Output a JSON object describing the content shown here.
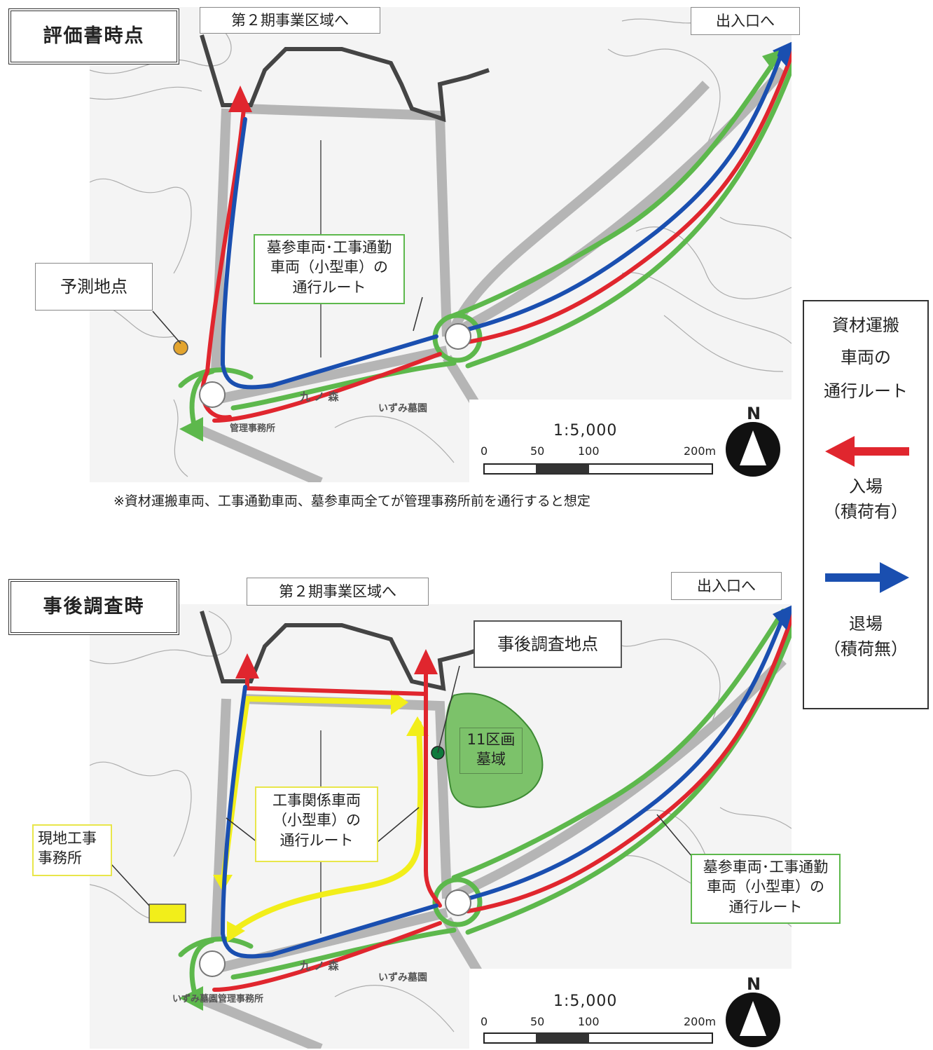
{
  "top_panel": {
    "title": "評価書時点",
    "north_label": "第２期事業区域へ",
    "exit_label": "出入口へ",
    "prediction_point": "予測地点",
    "route_label": [
      "墓参車両･工事通勤",
      "車両（小型車）の",
      "通行ルート"
    ],
    "map_labels": {
      "place1": "九 ノ 森",
      "place2": "いずみ墓園",
      "office": "管理事務所"
    },
    "note": "※資材運搬車両、工事通勤車両、墓参車両全てが管理事務所前を通行すると想定"
  },
  "bottom_panel": {
    "title": "事後調査時",
    "north_label": "第２期事業区域へ",
    "exit_label": "出入口へ",
    "survey_point": "事後調査地点",
    "grave_area": [
      "11区画",
      "墓域"
    ],
    "site_office": [
      "現地工事",
      "事務所"
    ],
    "construction_route": [
      "工事関係車両",
      "（小型車）の",
      "通行ルート"
    ],
    "route_label": [
      "墓参車両･工事通勤",
      "車両（小型車）の",
      "通行ルート"
    ],
    "map_labels": {
      "place1": "九 ノ 森",
      "place2": "いずみ墓園",
      "office": "いずみ墓園管理事務所"
    }
  },
  "scale": {
    "ratio": "1:5,000",
    "ticks": [
      "0",
      "50",
      "100",
      "200m"
    ],
    "north": "N"
  },
  "legend": {
    "title": [
      "資材運搬",
      "車両の",
      "通行ルート"
    ],
    "entry_label": [
      "入場",
      "（積荷有）"
    ],
    "exit_label": [
      "退場",
      "（積荷無）"
    ]
  },
  "colors": {
    "entry": "#e0262e",
    "exit": "#1a4fb0",
    "green_route": "#5db84c",
    "construction": "#f2ee1a",
    "grave_area": "#7cc26a",
    "prediction_point": "#e3a42e",
    "survey_point": "#0f7a3c"
  }
}
